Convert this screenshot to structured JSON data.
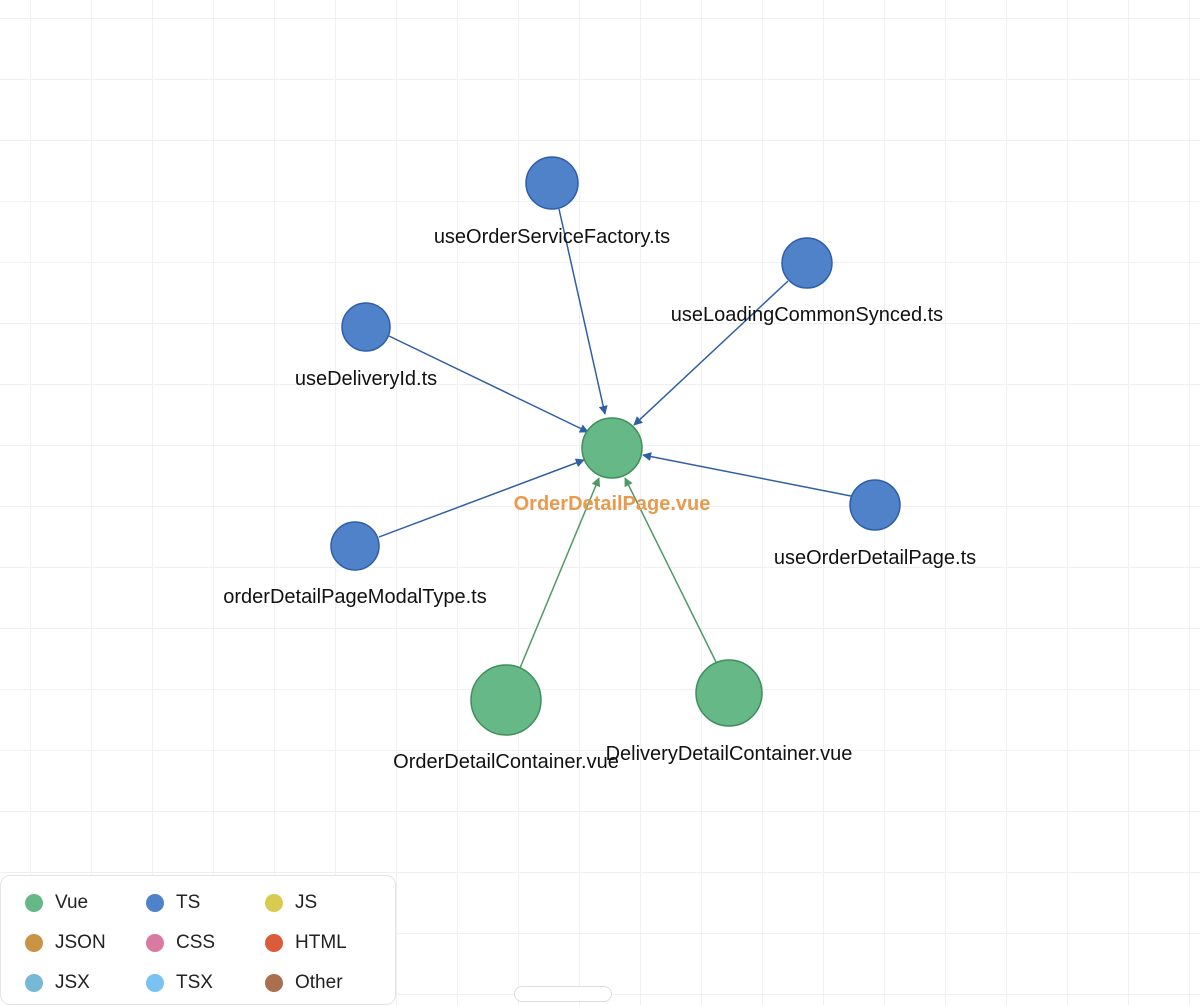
{
  "colors": {
    "vue_node": "#66b886",
    "vue_stroke": "#3f8f5c",
    "ts_node": "#4f82c9",
    "ts_stroke": "#2e5ea8",
    "vue_edge": "#4f9a63",
    "ts_edge": "#2f5fa6",
    "center_label": "#e89a4e"
  },
  "graph": {
    "center": {
      "id": "OrderDetailPage.vue",
      "label": "OrderDetailPage.vue",
      "type": "Vue"
    },
    "nodes": [
      {
        "id": "useOrderServiceFactory.ts",
        "label": "useOrderServiceFactory.ts",
        "type": "TS"
      },
      {
        "id": "useLoadingCommonSynced.ts",
        "label": "useLoadingCommonSynced.ts",
        "type": "TS"
      },
      {
        "id": "useDeliveryId.ts",
        "label": "useDeliveryId.ts",
        "type": "TS"
      },
      {
        "id": "orderDetailPageModalType.ts",
        "label": "orderDetailPageModalType.ts",
        "type": "TS"
      },
      {
        "id": "useOrderDetailPage.ts",
        "label": "useOrderDetailPage.ts",
        "type": "TS"
      },
      {
        "id": "OrderDetailContainer.vue",
        "label": "OrderDetailContainer.vue",
        "type": "Vue"
      },
      {
        "id": "DeliveryDetailContainer.vue",
        "label": "DeliveryDetailContainer.vue",
        "type": "Vue"
      }
    ],
    "edges": [
      {
        "from": "useOrderServiceFactory.ts",
        "to": "OrderDetailPage.vue"
      },
      {
        "from": "useLoadingCommonSynced.ts",
        "to": "OrderDetailPage.vue"
      },
      {
        "from": "useDeliveryId.ts",
        "to": "OrderDetailPage.vue"
      },
      {
        "from": "orderDetailPageModalType.ts",
        "to": "OrderDetailPage.vue"
      },
      {
        "from": "useOrderDetailPage.ts",
        "to": "OrderDetailPage.vue"
      },
      {
        "from": "OrderDetailContainer.vue",
        "to": "OrderDetailPage.vue"
      },
      {
        "from": "DeliveryDetailContainer.vue",
        "to": "OrderDetailPage.vue"
      }
    ]
  },
  "legend": [
    {
      "label": "Vue",
      "color": "#66b886"
    },
    {
      "label": "TS",
      "color": "#4f82c9"
    },
    {
      "label": "JS",
      "color": "#d8cc50"
    },
    {
      "label": "JSON",
      "color": "#c99446"
    },
    {
      "label": "CSS",
      "color": "#d97aa3"
    },
    {
      "label": "HTML",
      "color": "#dc5b3a"
    },
    {
      "label": "JSX",
      "color": "#76b9d6"
    },
    {
      "label": "TSX",
      "color": "#79c2f2"
    },
    {
      "label": "Other",
      "color": "#a96f4f"
    }
  ]
}
